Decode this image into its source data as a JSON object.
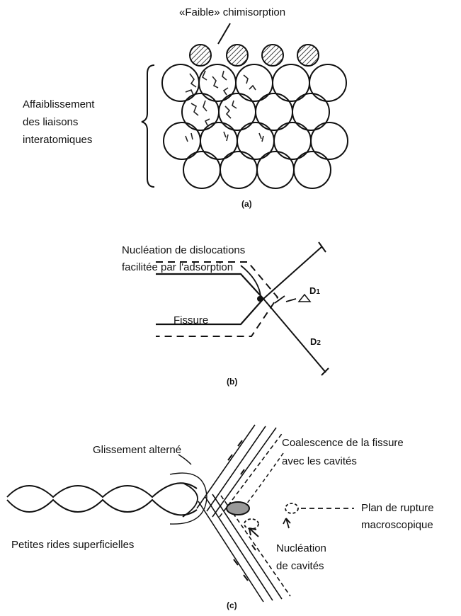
{
  "panel_a": {
    "adsorption_label": "«Faible» chimisorption",
    "weakening_line1": "Affaiblissement",
    "weakening_line2": "des liaisons",
    "weakening_line3": "interatomiques",
    "caption": "(a)"
  },
  "panel_b": {
    "nucleation_line1": "Nucléation de dislocations",
    "nucleation_line2": "facilitée par l'adsorption",
    "crack_label": "Fissure",
    "d1_label": "D",
    "d1_sub": "1",
    "d2_label": "D",
    "d2_sub": "2",
    "caption": "(b)"
  },
  "panel_c": {
    "slip_label": "Glissement alterné",
    "coalescence_line1": "Coalescence de la fissure",
    "coalescence_line2": "avec les cavités",
    "rupture_line1": "Plan de rupture",
    "rupture_line2": "macroscopique",
    "ripples_label": "Petites rides superficielles",
    "cavity_line1": "Nucléation",
    "cavity_line2": "de cavités",
    "caption": "(c)"
  }
}
